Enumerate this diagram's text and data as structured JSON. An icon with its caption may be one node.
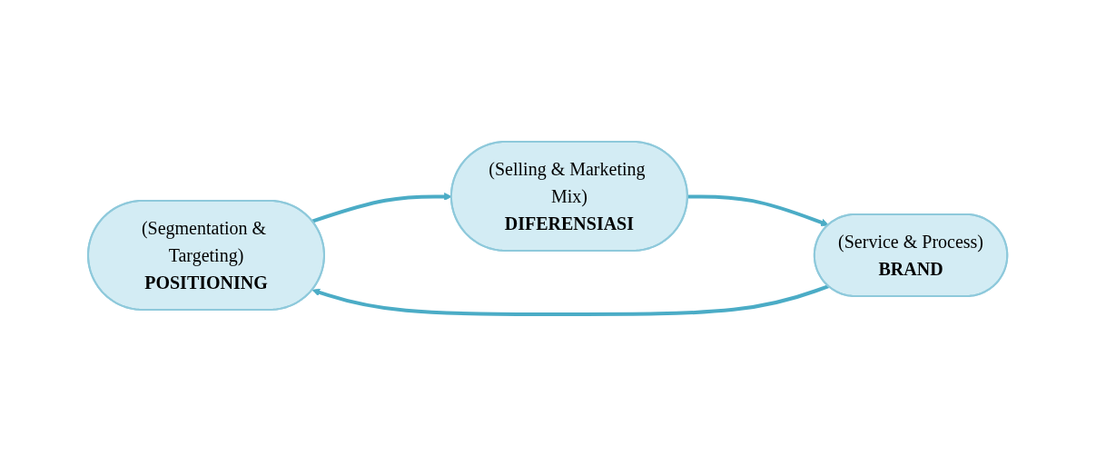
{
  "diagram": {
    "nodes": [
      {
        "text": [
          "(Segmentation & Targeting)",
          "POSITIONING"
        ]
      },
      {
        "text": [
          "(Selling & Marketing Mix)",
          "DIFERENSIASI"
        ]
      },
      {
        "text": [
          "(Service & Process)",
          "BRAND"
        ]
      }
    ],
    "edges": [
      {
        "from": 0,
        "to": 1,
        "arrow": "to"
      },
      {
        "from": 1,
        "to": 2,
        "arrow": "to"
      },
      {
        "from": 2,
        "to": 0,
        "arrow": "to"
      }
    ]
  }
}
